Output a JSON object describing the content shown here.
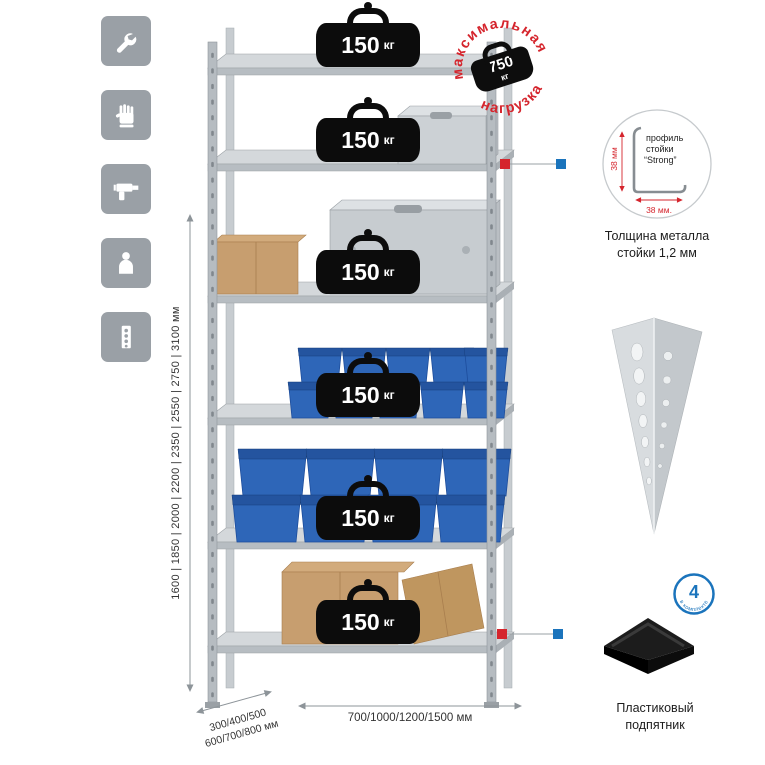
{
  "stamp": {
    "arc_top": "максимальная",
    "arc_bottom": "нагрузка",
    "value": "750",
    "unit": "кг"
  },
  "shelf_badge": {
    "value": "150",
    "unit": "кг",
    "count": 6
  },
  "dimensions": {
    "heights": "1600 | 1850 | 2000 | 2200 | 2350 | 2550 | 2750 | 3100 мм",
    "depth_line1": "300/400/500",
    "depth_line2": "600/700/800 мм",
    "width": "700/1000/1200/1500 мм"
  },
  "profile": {
    "label_line1": "профиль",
    "label_line2": "стойки",
    "label_line3": "“Strong”",
    "dim_v": "38 мм",
    "dim_h": "38 мм.",
    "caption_line1": "Толщина металла",
    "caption_line2": "стойки 1,2 мм"
  },
  "foot": {
    "badge_number": "4",
    "badge_text": "в комплекте",
    "caption_line1": "Пластиковый",
    "caption_line2": "подпятник"
  },
  "feature_icons": [
    "wrench",
    "gloves",
    "drill",
    "person",
    "perforated-profile"
  ],
  "colors": {
    "accent_red": "#d5252d",
    "accent_blue": "#1b74bc",
    "bin_blue": "#2e66b8",
    "metal_gray": "#c9ced2"
  }
}
